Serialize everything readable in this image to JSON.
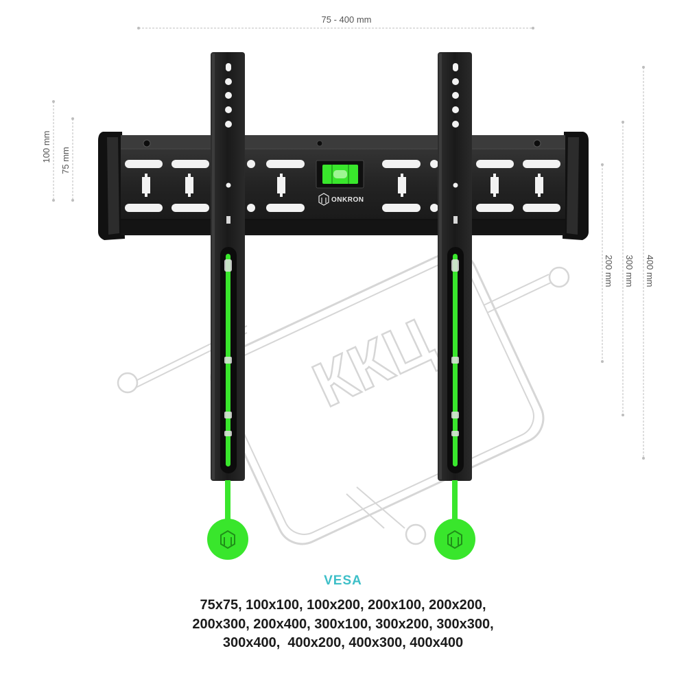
{
  "dimensions": {
    "width_label": "75 - 400 mm",
    "left_outer_label": "100 mm",
    "left_inner_label": "75 mm",
    "right_inner_label": "200 mm",
    "right_mid_label": "300 mm",
    "right_outer_label": "400 mm"
  },
  "brand": {
    "name": "ONKRON"
  },
  "watermark": {
    "text": "ККЦ"
  },
  "vesa": {
    "title": "VESA",
    "lines": [
      "75x75, 100x100, 100x200, 200x100, 200x200,",
      "200x300, 200x400, 300x100, 300x200, 300x300,",
      "300x400,  400x200, 400x300, 400x400"
    ]
  },
  "colors": {
    "accent_green": "#39e62c",
    "title_teal": "#3dbfc8",
    "bracket_black": "#1c1c1c",
    "dimension_line": "#bdbdbd",
    "watermark_gray": "#d2d2d2"
  }
}
